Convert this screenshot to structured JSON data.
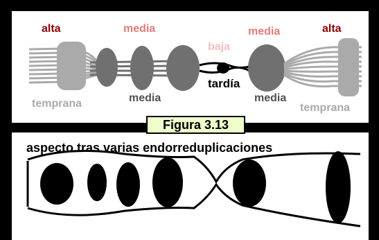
{
  "figure": {
    "caption": "Figura 3.13",
    "top": {
      "labels_above": {
        "left_alta": "alta",
        "left_media": "media",
        "baja": "baja",
        "right_media": "media",
        "right_alta": "alta"
      },
      "labels_below": {
        "left_temprana": "temprana",
        "left_media": "media",
        "tardia": "tardía",
        "right_media": "media",
        "right_temprana": "temprana"
      }
    },
    "bottom": {
      "title": "aspecto tras varias endorreduplicaciones"
    }
  },
  "colors": {
    "alta": "#8b0000",
    "media": "#e87a7a",
    "baja": "#f5c0c0",
    "early": "#aaaaaa",
    "mid": "#707070",
    "dark": "#505050",
    "late": "#000000",
    "caption_bg": "#eeffcc"
  }
}
